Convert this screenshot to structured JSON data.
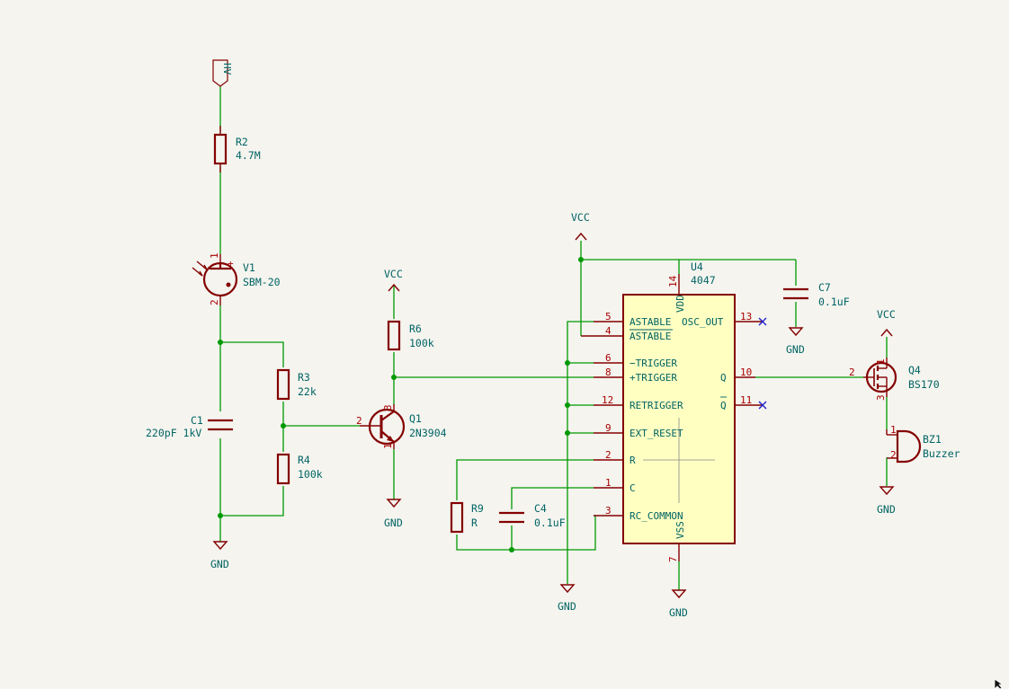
{
  "schematic": {
    "hv_label": "HV",
    "components": {
      "R2": {
        "ref": "R2",
        "value": "4.7M"
      },
      "V1": {
        "ref": "V1",
        "value": "SBM-20",
        "pin1": "1",
        "pin2": "2",
        "plus": "+"
      },
      "R3": {
        "ref": "R3",
        "value": "22k"
      },
      "R4": {
        "ref": "R4",
        "value": "100k"
      },
      "C1": {
        "ref": "C1",
        "value": "220pF 1kV"
      },
      "R6": {
        "ref": "R6",
        "value": "100k"
      },
      "Q1": {
        "ref": "Q1",
        "value": "2N3904",
        "pin1": "1",
        "pin2": "2",
        "pin3": "3"
      },
      "R9": {
        "ref": "R9",
        "value": "R"
      },
      "C4": {
        "ref": "C4",
        "value": "0.1uF"
      },
      "C7": {
        "ref": "C7",
        "value": "0.1uF"
      },
      "Q4": {
        "ref": "Q4",
        "value": "BS170",
        "pin1": "1",
        "pin2": "2",
        "pin3": "3"
      },
      "BZ1": {
        "ref": "BZ1",
        "value": "Buzzer",
        "pin1": "1",
        "pin2": "2"
      }
    },
    "u4": {
      "ref": "U4",
      "value": "4047",
      "vdd_label": "VDD",
      "vss_label": "VSS",
      "vdd_pin": "14",
      "vss_pin": "7",
      "left_pins": [
        {
          "num": "5",
          "label": "ASTABLE"
        },
        {
          "num": "4",
          "label": "ASTABLE"
        },
        {
          "num": "6",
          "label": "−TRIGGER"
        },
        {
          "num": "8",
          "label": "+TRIGGER"
        },
        {
          "num": "12",
          "label": "RETRIGGER"
        },
        {
          "num": "9",
          "label": "EXT_RESET"
        },
        {
          "num": "2",
          "label": "R"
        },
        {
          "num": "1",
          "label": "C"
        },
        {
          "num": "3",
          "label": "RC_COMMON"
        }
      ],
      "right_pins": [
        {
          "num": "13",
          "label": "OSC_OUT"
        },
        {
          "num": "10",
          "label": "Q"
        },
        {
          "num": "11",
          "label": "Q"
        }
      ]
    },
    "power": {
      "vcc_labels": [
        "VCC",
        "VCC",
        "VCC"
      ],
      "gnd_labels": [
        "GND",
        "GND",
        "GND",
        "GND",
        "GND",
        "GND"
      ]
    },
    "colors": {
      "wire": "#009900",
      "component": "#840000",
      "text": "#006464",
      "ic_fill": "#ffffc2",
      "no_connect": "#2222cc",
      "background": "#f5f4ef"
    }
  }
}
